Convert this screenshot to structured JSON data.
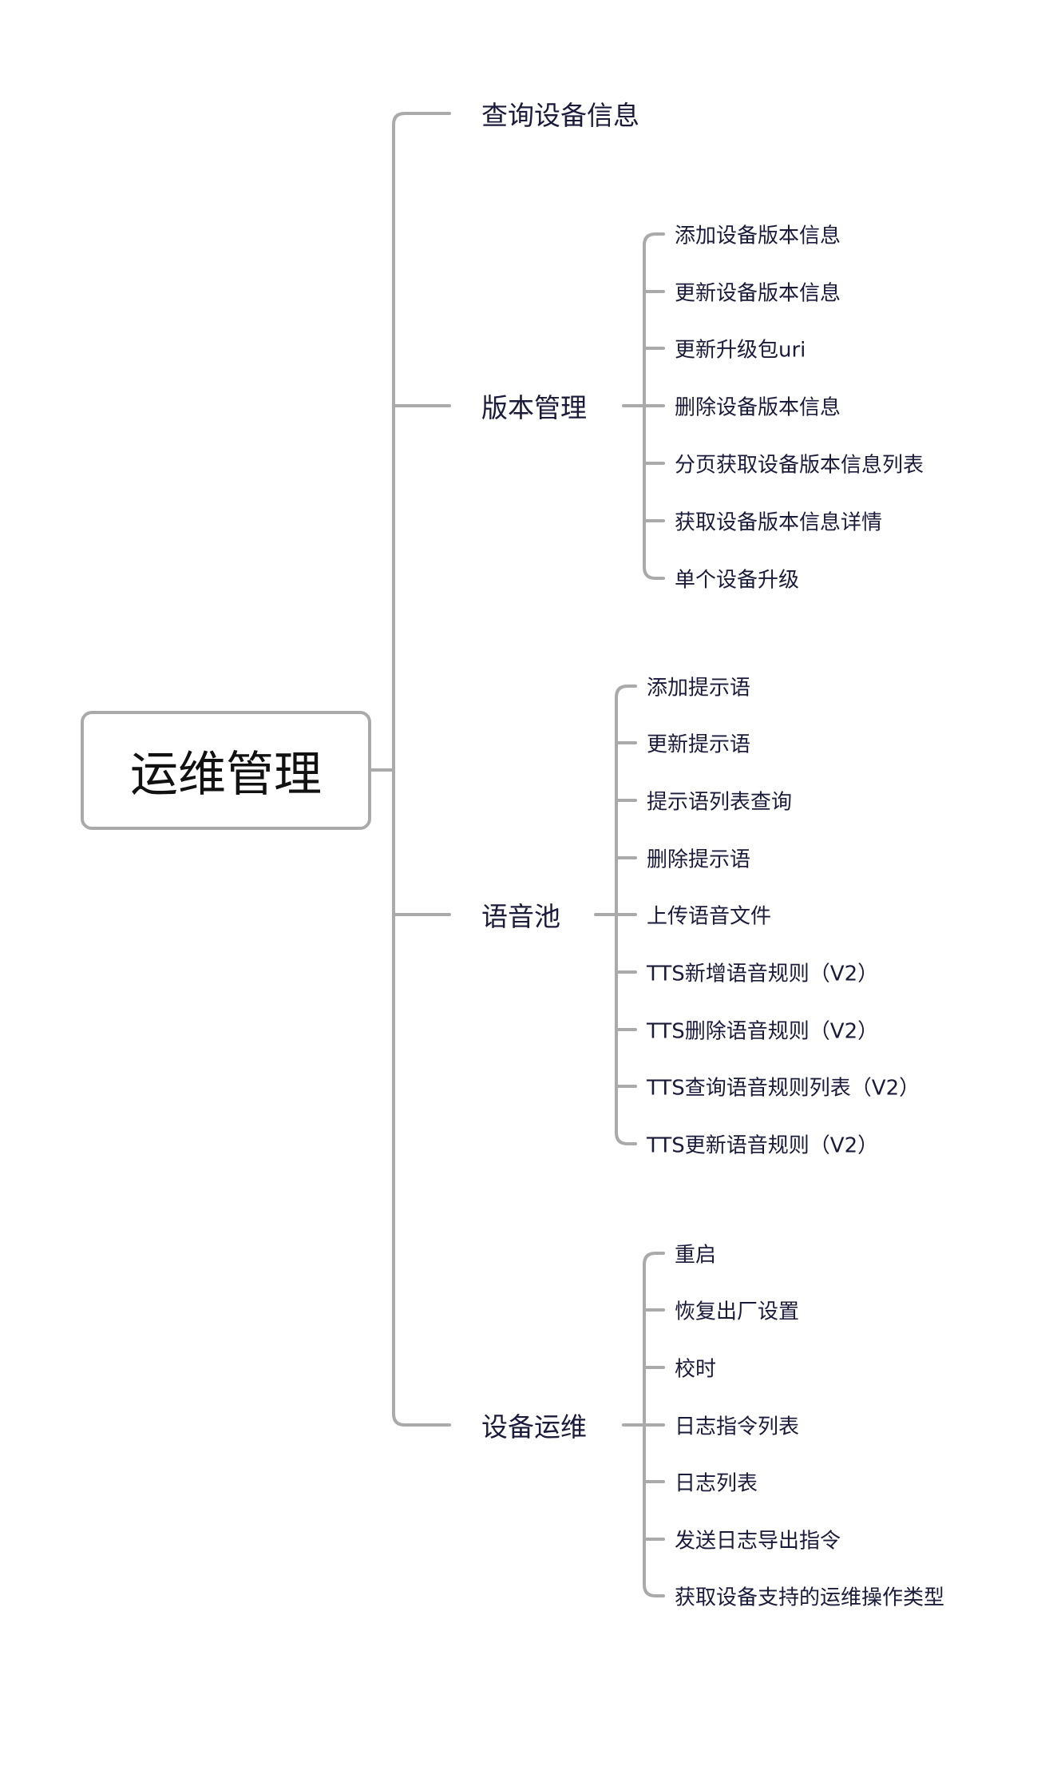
{
  "root": "运维管理",
  "line_color": "#aaaaaa",
  "branches": [
    {
      "label": "查询设备信息",
      "children": []
    },
    {
      "label": "版本管理",
      "children": [
        "添加设备版本信息",
        "更新设备版本信息",
        "更新升级包uri",
        "删除设备版本信息",
        "分页获取设备版本信息列表",
        "获取设备版本信息详情",
        "单个设备升级"
      ]
    },
    {
      "label": "语音池",
      "children": [
        "添加提示语",
        "更新提示语",
        "提示语列表查询",
        "删除提示语",
        "上传语音文件",
        "TTS新增语音规则（V2）",
        "TTS删除语音规则（V2）",
        "TTS查询语音规则列表（V2）",
        "TTS更新语音规则（V2）"
      ]
    },
    {
      "label": "设备运维",
      "children": [
        "重启",
        "恢复出厂设置",
        "校时",
        "日志指令列表",
        "日志列表",
        "发送日志导出指令",
        "获取设备支持的运维操作类型"
      ]
    }
  ]
}
